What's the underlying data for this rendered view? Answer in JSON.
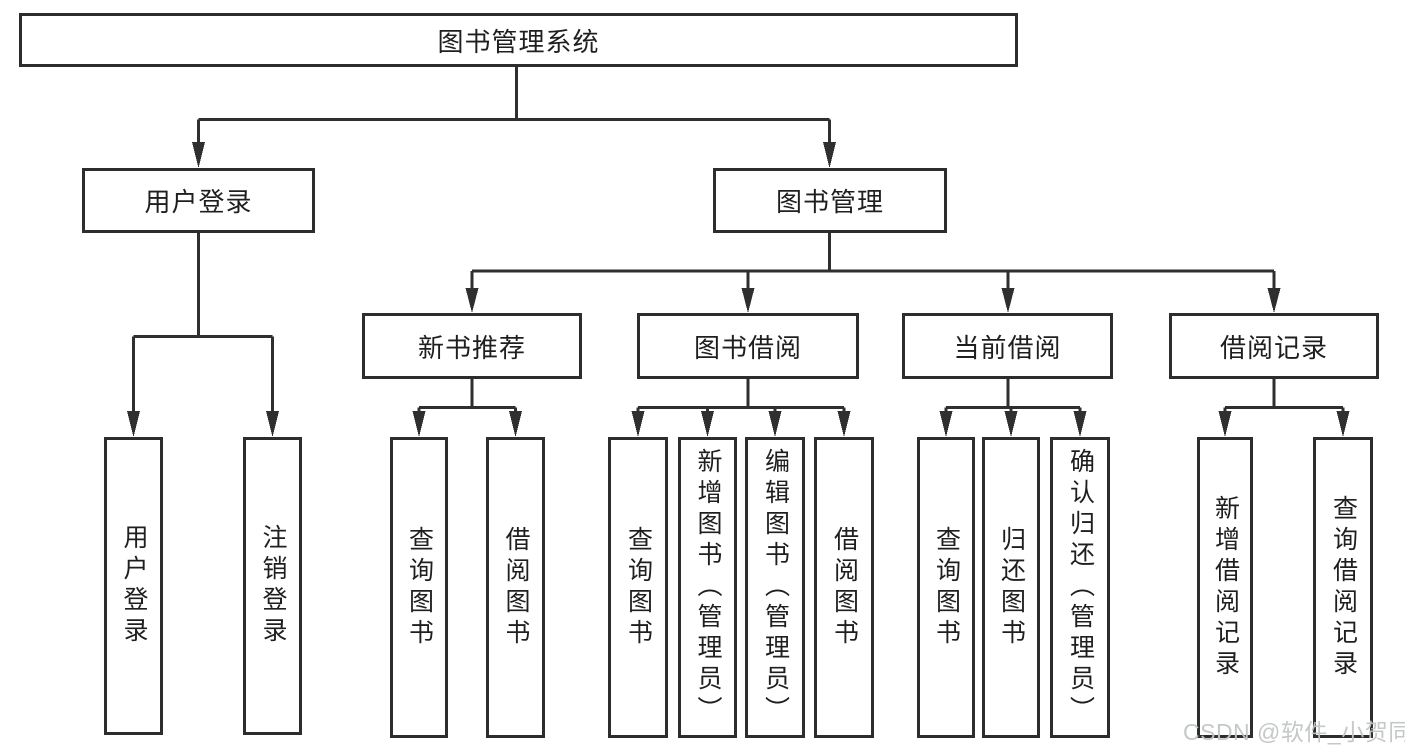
{
  "tree": {
    "root": {
      "label": "图书管理系统",
      "children": [
        {
          "label": "用户登录",
          "children": [
            {
              "label": "用户登录"
            },
            {
              "label": "注销登录"
            }
          ]
        },
        {
          "label": "图书管理",
          "children": [
            {
              "label": "新书推荐",
              "children": [
                {
                  "label": "查询图书"
                },
                {
                  "label": "借阅图书"
                }
              ]
            },
            {
              "label": "图书借阅",
              "children": [
                {
                  "label": "查询图书"
                },
                {
                  "label": "新增图书（管理员）"
                },
                {
                  "label": "编辑图书（管理员）"
                },
                {
                  "label": "借阅图书"
                }
              ]
            },
            {
              "label": "当前借阅",
              "children": [
                {
                  "label": "查询图书"
                },
                {
                  "label": "归还图书"
                },
                {
                  "label": "确认归还（管理员）"
                }
              ]
            },
            {
              "label": "借阅记录",
              "children": [
                {
                  "label": "新增借阅记录"
                },
                {
                  "label": "查询借阅记录"
                }
              ]
            }
          ]
        }
      ]
    }
  },
  "watermark": {
    "text": "CSDN @软件_小贺同学"
  },
  "colors": {
    "line": "#2f2f2f",
    "border": "#2d2d2d",
    "text": "#1f1f1f",
    "watermark": "#c2c5c5",
    "background": "#ffffff"
  }
}
